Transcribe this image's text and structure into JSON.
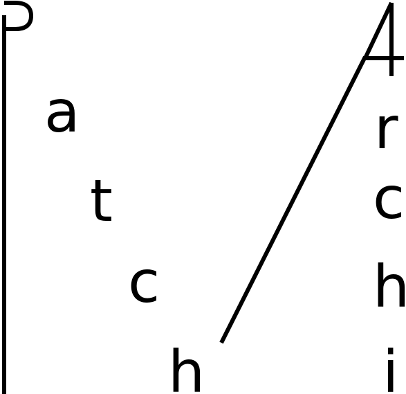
{
  "logo": {
    "word_left": {
      "letters": [
        "a",
        "t",
        "c",
        "h"
      ]
    },
    "word_right": {
      "letters": [
        "r",
        "c",
        "h",
        "i"
      ]
    },
    "ink_color": "#000000",
    "background_color": "#ffffff"
  }
}
